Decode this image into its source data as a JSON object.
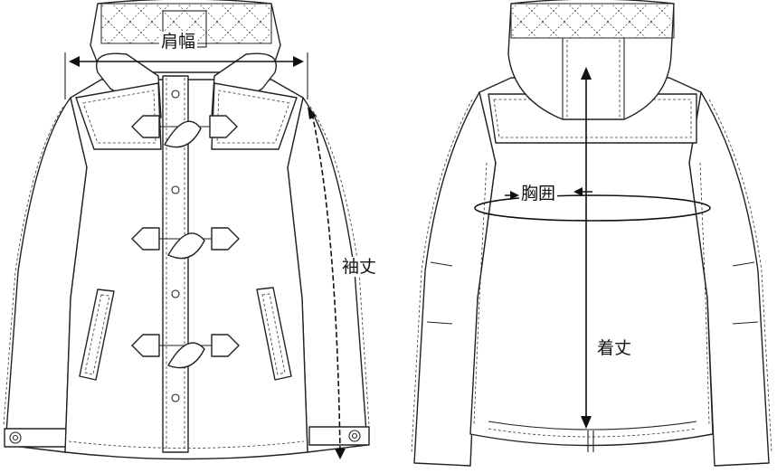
{
  "measurements": {
    "shoulder_width": "肩幅",
    "sleeve_length": "袖丈",
    "chest": "胸囲",
    "body_length": "着丈"
  }
}
